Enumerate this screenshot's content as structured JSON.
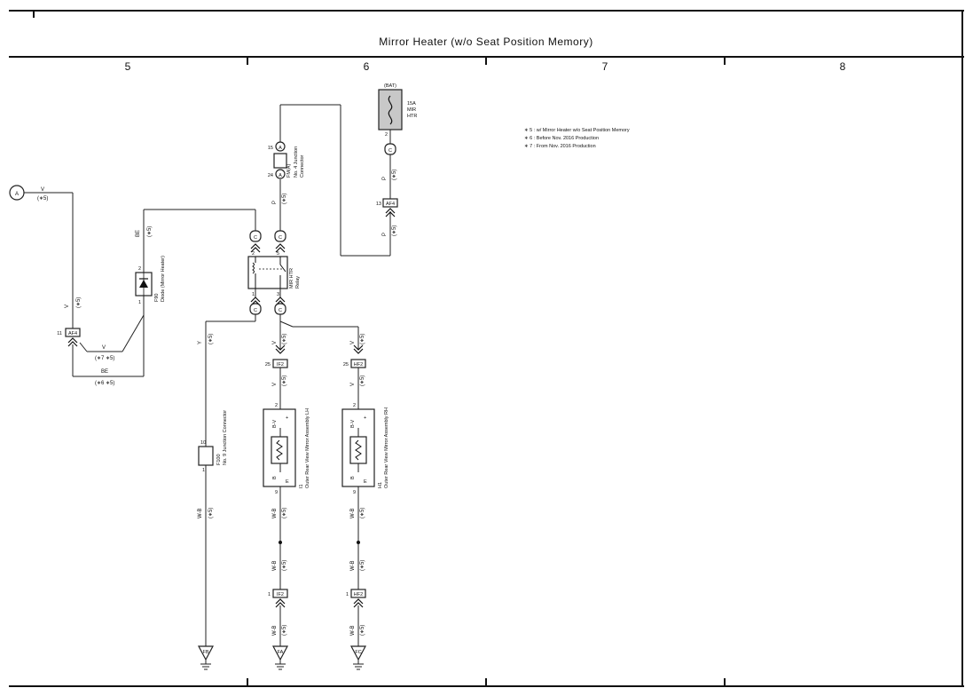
{
  "title": "Mirror Heater (w/o Seat Position Memory)",
  "columns": [
    "5",
    "6",
    "7",
    "8"
  ],
  "notes": [
    "∗ 5 : w/ Mirror Heater w/o Seat Position Memory",
    "∗ 6 : Before Nov.  2016 Production",
    "∗ 7 : From Nov.  2016 Production"
  ],
  "components": {
    "fuse": {
      "source": "(BAT)",
      "name": "15A\nMIR\nHTR",
      "pin": "2"
    },
    "j4": {
      "ref": "FM(A)",
      "name": "No. 4 Junction\nConnector",
      "pin_top": "15",
      "pin_bottom": "24"
    },
    "relay": {
      "name": "MIR HTR\nRelay",
      "pins": [
        "2",
        "5",
        "1",
        "3"
      ]
    },
    "diode": {
      "ref": "F90",
      "name": "Diode (Mirror Heater)",
      "pin_top": "2",
      "pin_bottom": "1"
    },
    "j9": {
      "ref": "F100",
      "name": "No. 9 Junction Connector",
      "pin_top": "10",
      "pin_bottom": "1"
    },
    "mirror_lh": {
      "ref": "I1",
      "name": "Outer Rear View Mirror Assembly LH",
      "pin_top": "2",
      "pin_bottom": "9",
      "term_top": "B-V",
      "term_bottom": "B",
      "sym_plus": "+",
      "sym_e": "E"
    },
    "mirror_rh": {
      "ref": "H1",
      "name": "Outer Rear View Mirror Assembly RH",
      "pin_top": "2",
      "pin_bottom": "9",
      "term_top": "B-V",
      "term_bottom": "B",
      "sym_plus": "+",
      "sym_e": "E"
    }
  },
  "connectors": {
    "af4_top": {
      "pin": "13",
      "id": "AF4"
    },
    "af4_left": {
      "pin": "11",
      "id": "AF4"
    },
    "if2_a": {
      "pin": "25",
      "id": "IF2"
    },
    "hf2_a": {
      "pin": "25",
      "id": "HF2"
    },
    "if2_b": {
      "pin": "1",
      "id": "IF2"
    },
    "hf2_b": {
      "pin": "1",
      "id": "HF2"
    },
    "relay_c_top1": "C",
    "relay_c_top2": "C",
    "relay_c_bot1": "C",
    "relay_c_bot2": "C",
    "fuse_c": "C",
    "j4_a": "A"
  },
  "grounds": [
    "FB",
    "FA",
    "FC"
  ],
  "offpage": "A",
  "wires": {
    "v": "V",
    "p": "P",
    "be": "BE",
    "y": "Y",
    "wb": "W-B",
    "c5": "(∗5)",
    "c75": "(∗7 ∗5)",
    "c65": "(∗6 ∗5)"
  }
}
